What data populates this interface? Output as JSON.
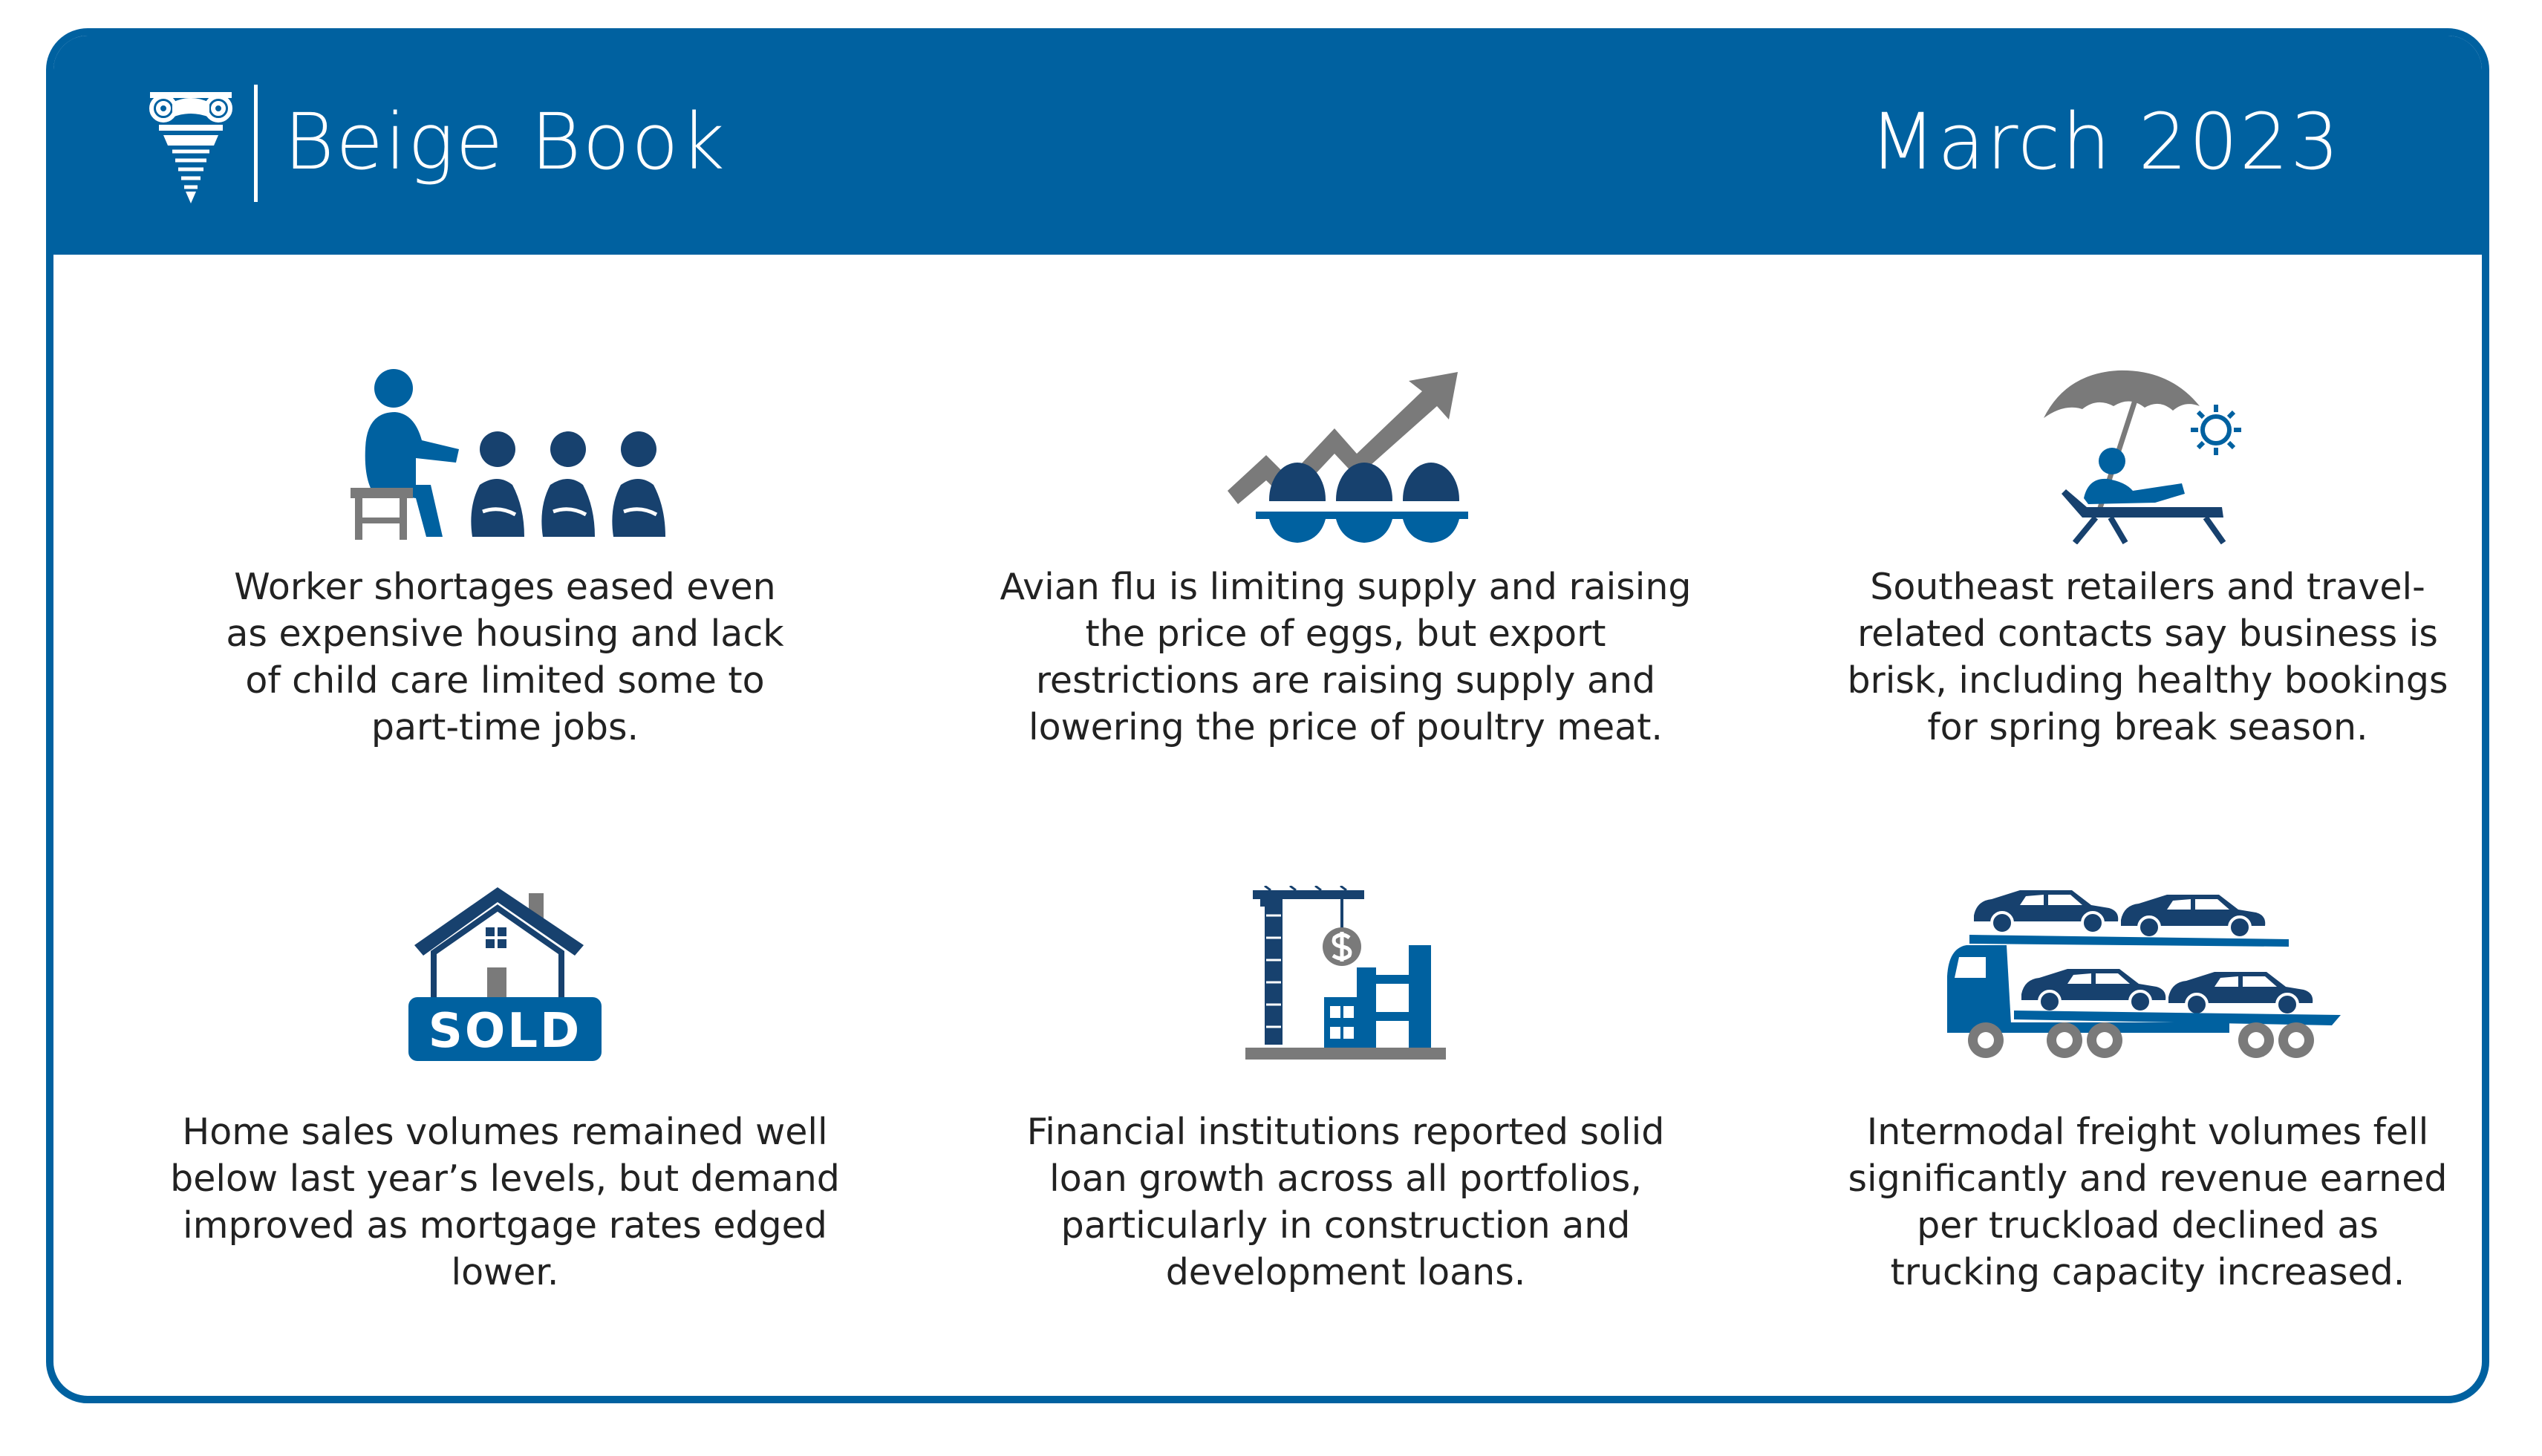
{
  "header": {
    "title": "Beige Book",
    "edition": "March 2023",
    "logo_icon": "column-capital-logo-icon"
  },
  "colors": {
    "brand_blue": "#0061a0",
    "dark_navy": "#17416e",
    "gray": "#7a7a7a"
  },
  "items": [
    {
      "icon": "teacher-children-icon",
      "text": "Worker shortages eased even as expensive housing and lack of child care limited some to part-time jobs."
    },
    {
      "icon": "eggs-rising-arrow-icon",
      "text": "Avian flu is limiting supply and raising the price of eggs, but export restrictions are raising supply and lowering the price of poultry meat."
    },
    {
      "icon": "beach-lounger-icon",
      "text": "Southeast retailers and travel-related contacts say business is brisk, including healthy bookings for spring break season."
    },
    {
      "icon": "house-sold-sign-icon",
      "text": "Home sales volumes remained well below last year’s levels, but demand improved as mortgage rates edged lower."
    },
    {
      "icon": "construction-crane-dollar-icon",
      "text": "Financial institutions reported solid loan growth across all portfolios, particularly in construction and development loans."
    },
    {
      "icon": "car-carrier-truck-icon",
      "text": "Intermodal freight volumes fell significantly and revenue earned per truckload declined as trucking capacity increased."
    }
  ],
  "sold_sign": {
    "label": "SOLD"
  }
}
